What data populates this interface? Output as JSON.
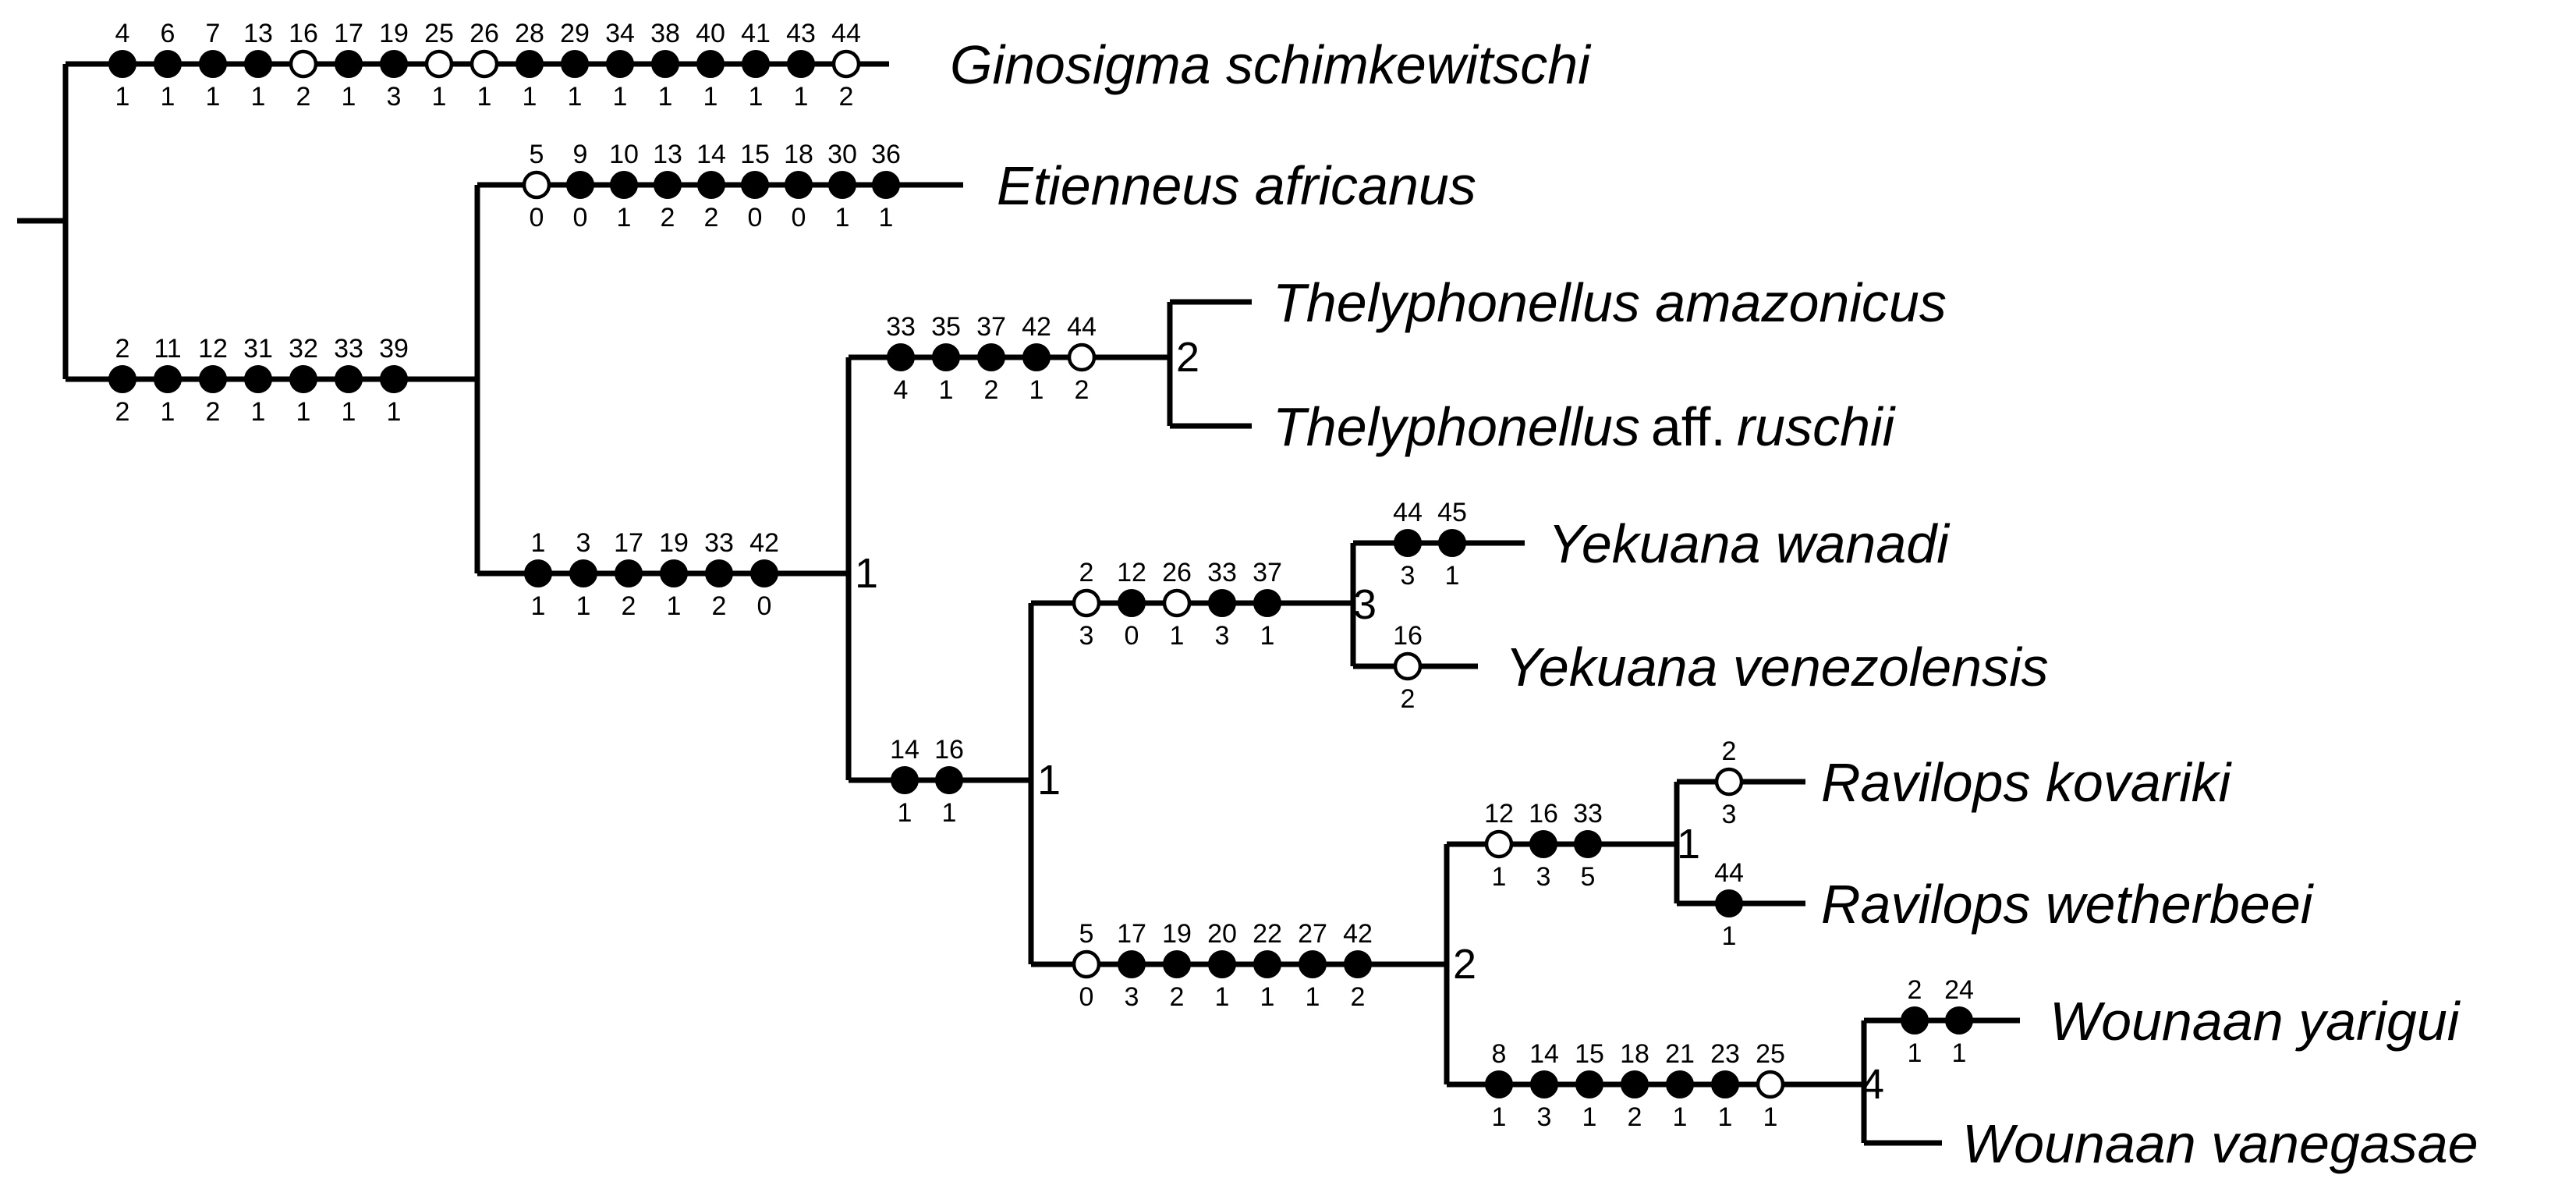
{
  "branches": [
    {
      "id": "ginosigma",
      "characters": [
        "4",
        "6",
        "7",
        "13",
        "16",
        "17",
        "19",
        "25",
        "26",
        "28",
        "29",
        "34",
        "38",
        "40",
        "41",
        "43",
        "44"
      ],
      "states": [
        "1",
        "1",
        "1",
        "1",
        "2",
        "1",
        "3",
        "1",
        "1",
        "1",
        "1",
        "1",
        "1",
        "1",
        "1",
        "1",
        "2"
      ],
      "open": [
        4,
        7,
        8,
        16
      ]
    },
    {
      "id": "etienneus",
      "characters": [
        "5",
        "9",
        "10",
        "13",
        "14",
        "15",
        "18",
        "30",
        "36"
      ],
      "states": [
        "0",
        "0",
        "1",
        "2",
        "2",
        "0",
        "0",
        "1",
        "1"
      ],
      "open": [
        0
      ]
    },
    {
      "id": "ingroup-stem",
      "characters": [
        "2",
        "11",
        "12",
        "31",
        "32",
        "33",
        "39"
      ],
      "states": [
        "2",
        "1",
        "2",
        "1",
        "1",
        "1",
        "1"
      ],
      "open": []
    },
    {
      "id": "clade-a",
      "characters": [
        "1",
        "3",
        "17",
        "19",
        "33",
        "42"
      ],
      "states": [
        "1",
        "1",
        "2",
        "1",
        "2",
        "0"
      ],
      "open": []
    },
    {
      "id": "thelyphonellus",
      "characters": [
        "33",
        "35",
        "37",
        "42",
        "44"
      ],
      "states": [
        "4",
        "1",
        "2",
        "1",
        "2"
      ],
      "open": [
        4
      ]
    },
    {
      "id": "clade-b",
      "characters": [
        "14",
        "16"
      ],
      "states": [
        "1",
        "1"
      ],
      "open": []
    },
    {
      "id": "yekuana",
      "characters": [
        "2",
        "12",
        "26",
        "33",
        "37"
      ],
      "states": [
        "3",
        "0",
        "1",
        "3",
        "1"
      ],
      "open": [
        0,
        2
      ]
    },
    {
      "id": "y-wanadi",
      "characters": [
        "44",
        "45"
      ],
      "states": [
        "3",
        "1"
      ],
      "open": []
    },
    {
      "id": "y-venezolensis",
      "characters": [
        "16"
      ],
      "states": [
        "2"
      ],
      "open": [
        0
      ]
    },
    {
      "id": "clade-c",
      "characters": [
        "5",
        "17",
        "19",
        "20",
        "22",
        "27",
        "42"
      ],
      "states": [
        "0",
        "3",
        "2",
        "1",
        "1",
        "1",
        "2"
      ],
      "open": [
        0
      ]
    },
    {
      "id": "ravilops",
      "characters": [
        "12",
        "16",
        "33"
      ],
      "states": [
        "1",
        "3",
        "5"
      ],
      "open": [
        0
      ]
    },
    {
      "id": "r-kovariki",
      "characters": [
        "2"
      ],
      "states": [
        "3"
      ],
      "open": [
        0
      ]
    },
    {
      "id": "r-wetherbeei",
      "characters": [
        "44"
      ],
      "states": [
        "1"
      ],
      "open": []
    },
    {
      "id": "wounaan",
      "characters": [
        "8",
        "14",
        "15",
        "18",
        "21",
        "23",
        "25"
      ],
      "states": [
        "1",
        "3",
        "1",
        "2",
        "1",
        "1",
        "1"
      ],
      "open": [
        6
      ]
    },
    {
      "id": "w-yarigui",
      "characters": [
        "2",
        "24"
      ],
      "states": [
        "1",
        "1"
      ],
      "open": []
    }
  ],
  "support": {
    "thelyphonellus": "2",
    "clade_a": "1",
    "yekuana": "3",
    "clade_b": "1",
    "clade_c": "2",
    "ravilops": "1",
    "wounaan": "4"
  },
  "taxa": [
    {
      "id": "ginosigma",
      "name": "Ginosigma schimkewitschi",
      "suffix": ""
    },
    {
      "id": "etienneus",
      "name": "Etienneus africanus",
      "suffix": ""
    },
    {
      "id": "t-amazonicus",
      "name": "Thelyphonellus amazonicus",
      "suffix": ""
    },
    {
      "id": "t-ruschii",
      "name": "Thelyphonellus",
      "suffix": "aff.",
      "epithet": "ruschii"
    },
    {
      "id": "y-wanadi",
      "name": "Yekuana wanadi",
      "suffix": ""
    },
    {
      "id": "y-venezolensis",
      "name": "Yekuana venezolensis",
      "suffix": ""
    },
    {
      "id": "r-kovariki",
      "name": "Ravilops kovariki",
      "suffix": ""
    },
    {
      "id": "r-wetherbeei",
      "name": "Ravilops wetherbeei",
      "suffix": ""
    },
    {
      "id": "w-yarigui",
      "name": "Wounaan yarigui",
      "suffix": ""
    },
    {
      "id": "w-vanegasae",
      "name": "Wounaan vanegasae",
      "suffix": ""
    }
  ]
}
